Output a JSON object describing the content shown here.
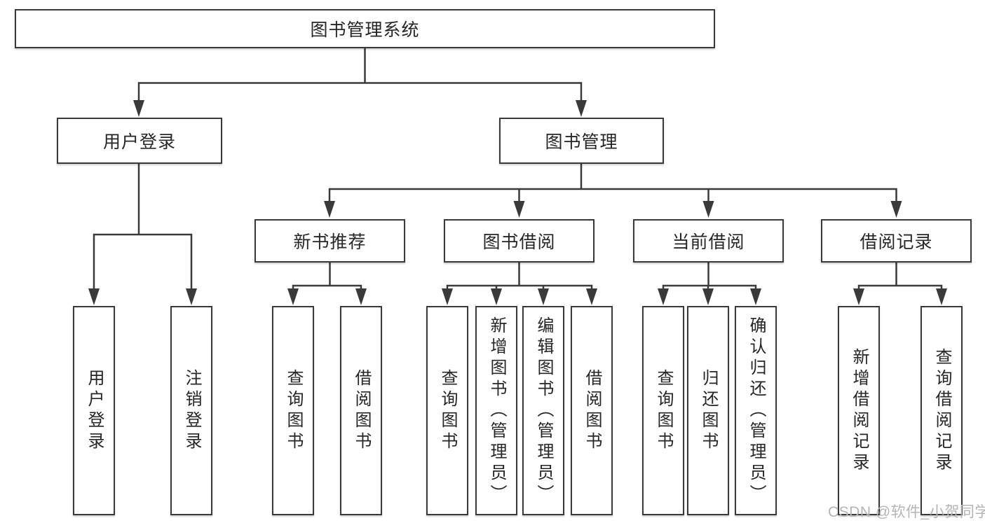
{
  "tree": {
    "root": {
      "label": "图书管理系统"
    },
    "branches": [
      {
        "label": "用户登录",
        "children": [
          {
            "label": "用户登录"
          },
          {
            "label": "注销登录"
          }
        ]
      },
      {
        "label": "图书管理",
        "children": [
          {
            "label": "新书推荐",
            "children": [
              {
                "label": "查询图书"
              },
              {
                "label": "借阅图书"
              }
            ]
          },
          {
            "label": "图书借阅",
            "children": [
              {
                "label": "查询图书"
              },
              {
                "label": "新增图书（管理员）"
              },
              {
                "label": "编辑图书（管理员）"
              },
              {
                "label": "借阅图书"
              }
            ]
          },
          {
            "label": "当前借阅",
            "children": [
              {
                "label": "查询图书"
              },
              {
                "label": "归还图书"
              },
              {
                "label": "确认归还（管理员）"
              }
            ]
          },
          {
            "label": "借阅记录",
            "children": [
              {
                "label": "新增借阅记录"
              },
              {
                "label": "查询借阅记录"
              }
            ]
          }
        ]
      }
    ]
  },
  "watermark": "CSDN @软件_小贺同学",
  "colors": {
    "line": "#3a3a3a",
    "text": "#262626",
    "watermark_text": "#b5b5b5",
    "background": "#ffffff"
  }
}
